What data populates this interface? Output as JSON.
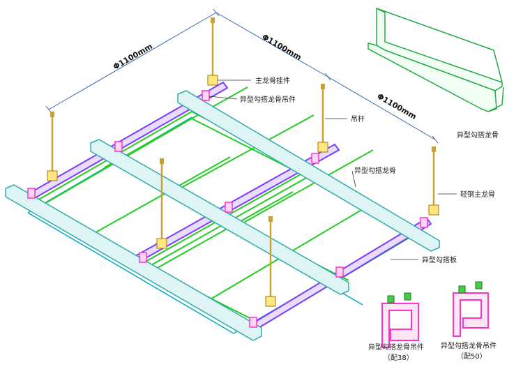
{
  "dimensions": {
    "d1": "Φ1100mm",
    "d2": "Φ1100mm",
    "d3": "Φ1100mm"
  },
  "labels": {
    "main_keel_hanger": "主龙骨挂件",
    "special_keel_hanger_top": "异型勾搭龙骨吊件",
    "rod": "吊杆",
    "special_keel": "异型勾搭龙骨",
    "light_steel_main_keel": "轻钢主龙骨",
    "special_panel": "异型勾搭板",
    "profile_title": "异型勾搭龙骨",
    "part1_name": "异型勾搭龙骨吊件",
    "part1_note": "（配38）",
    "part2_name": "异型勾搭龙骨吊件",
    "part2_note": "（配50）"
  },
  "colors": {
    "main_keel": "#7a3cff",
    "cross_keel": "#22cc22",
    "panel_edge": "#00aacc",
    "hanger_clip": "#ff33cc",
    "rod": "#c8a232",
    "dimension": "#3366aa",
    "profile": "#22cc44"
  }
}
